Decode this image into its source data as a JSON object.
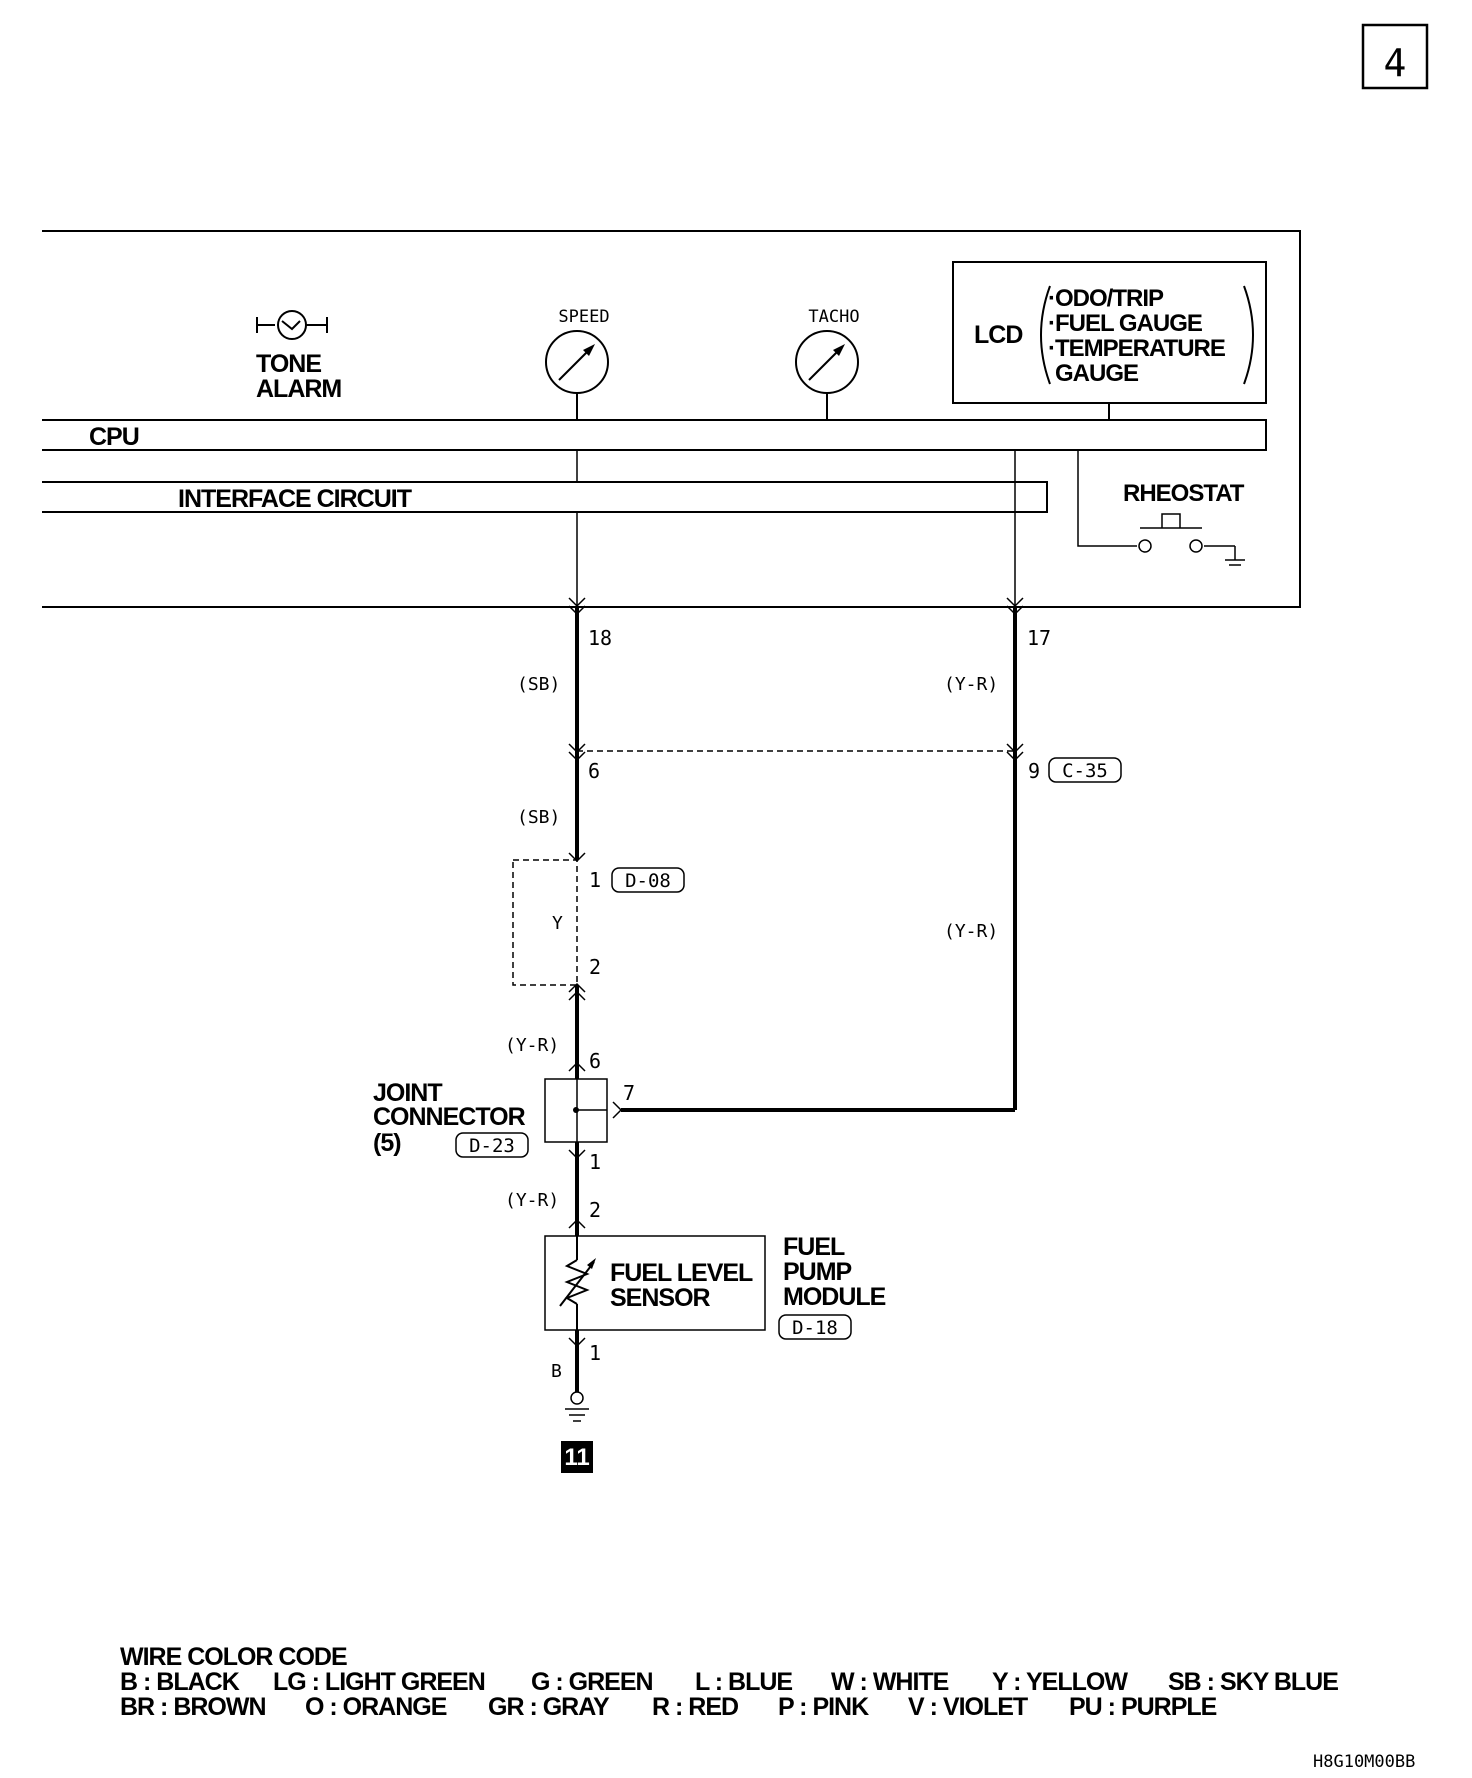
{
  "page_number": "4",
  "figure_code": "H8G10M00BB",
  "meter": {
    "tone_alarm": [
      "TONE",
      "ALARM"
    ],
    "speed_label": "SPEED",
    "tacho_label": "TACHO",
    "lcd_label": "LCD",
    "lcd_items": [
      "·ODO/TRIP",
      "·FUEL GAUGE",
      "·TEMPERATURE",
      "GAUGE"
    ],
    "cpu_label": "CPU",
    "interface_label": "INTERFACE CIRCUIT",
    "rheostat_label": "RHEOSTAT"
  },
  "wires": {
    "pin_18": "18",
    "pin_17": "17",
    "wire_sb_1": "(SB)",
    "wire_yr_1": "(Y-R)",
    "pin_6_c35": "6",
    "pin_9_c35": "9",
    "connector_c35": "C-35",
    "wire_sb_2": "(SB)",
    "pin_1_d08": "1",
    "connector_d08": "D-08",
    "d08_inner": "Y",
    "pin_2_d08": "2",
    "wire_yr_2": "(Y-R)",
    "wire_yr_3": "(Y-R)",
    "pin_6_jc": "6",
    "pin_7_jc": "7",
    "pin_1_jc": "1",
    "wire_yr_4": "(Y-R)",
    "pin_2_fuel": "2",
    "pin_1_fuel": "1",
    "wire_b": "B"
  },
  "joint_connector": {
    "lines": [
      "JOINT",
      "CONNECTOR",
      "(5)"
    ],
    "code": "D-23"
  },
  "fuel_sensor": {
    "lines": [
      "FUEL LEVEL",
      "SENSOR"
    ]
  },
  "fuel_pump": {
    "lines": [
      "FUEL",
      "PUMP",
      "MODULE"
    ],
    "code": "D-18"
  },
  "ground_ref": "11",
  "legend": {
    "title": "WIRE COLOR CODE",
    "row1": [
      "B : BLACK",
      "LG : LIGHT GREEN",
      "G : GREEN",
      "L : BLUE",
      "W : WHITE",
      "Y : YELLOW",
      "SB : SKY BLUE"
    ],
    "row2": [
      "BR : BROWN",
      "O : ORANGE",
      "GR : GRAY",
      "R : RED",
      "P : PINK",
      "V : VIOLET",
      "PU : PURPLE"
    ]
  }
}
